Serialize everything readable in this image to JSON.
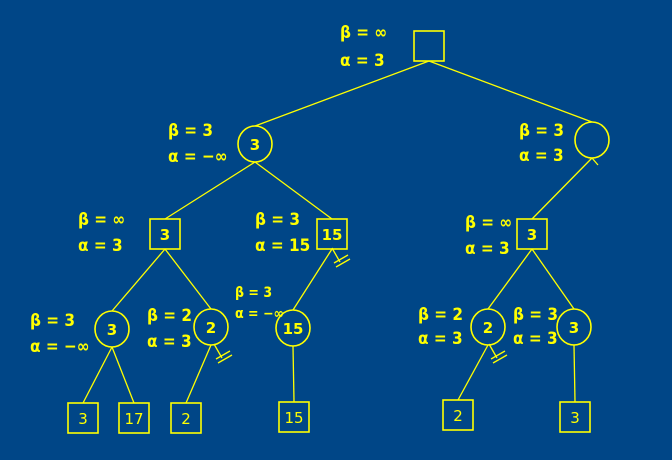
{
  "colors": {
    "background": "#004687",
    "foreground": "#ffff00"
  },
  "nodes": [
    {
      "id": "root",
      "type": "max",
      "value": "",
      "beta": "β = ∞",
      "alpha": "α = 3"
    },
    {
      "id": "a",
      "type": "min",
      "value": "3",
      "beta": "β = 3",
      "alpha": "α = −∞"
    },
    {
      "id": "b",
      "type": "min",
      "value": "",
      "beta": "β = 3",
      "alpha": "α = 3"
    },
    {
      "id": "a1",
      "type": "max",
      "value": "3",
      "beta": "β = ∞",
      "alpha": "α = 3"
    },
    {
      "id": "a2",
      "type": "max",
      "value": "15",
      "beta": "β = 3",
      "alpha": "α = 15"
    },
    {
      "id": "b1",
      "type": "max",
      "value": "3",
      "beta": "β = ∞",
      "alpha": "α = 3"
    },
    {
      "id": "a1x",
      "type": "min",
      "value": "3",
      "beta": "β = 3",
      "alpha": "α = −∞"
    },
    {
      "id": "a1y",
      "type": "min",
      "value": "2",
      "beta": "β = 2",
      "alpha": "α = 3"
    },
    {
      "id": "a2x",
      "type": "min",
      "value": "15",
      "beta": "β = 3",
      "alpha": "α = −∞"
    },
    {
      "id": "b1x",
      "type": "min",
      "value": "2",
      "beta": "β = 2",
      "alpha": "α = 3"
    },
    {
      "id": "b1y",
      "type": "min",
      "value": "3",
      "beta": "β = 3",
      "alpha": "α = 3"
    },
    {
      "id": "l1",
      "type": "leaf",
      "value": "3"
    },
    {
      "id": "l2",
      "type": "leaf",
      "value": "17"
    },
    {
      "id": "l3",
      "type": "leaf",
      "value": "2"
    },
    {
      "id": "l4",
      "type": "leaf",
      "value": "15"
    },
    {
      "id": "l5",
      "type": "leaf",
      "value": "2"
    },
    {
      "id": "l6",
      "type": "leaf",
      "value": "3"
    }
  ],
  "edges": [
    [
      "root",
      "a"
    ],
    [
      "root",
      "b"
    ],
    [
      "a",
      "a1"
    ],
    [
      "a",
      "a2"
    ],
    [
      "b",
      "b1"
    ],
    [
      "a1",
      "a1x"
    ],
    [
      "a1",
      "a1y"
    ],
    [
      "a2",
      "a2x"
    ],
    [
      "b1",
      "b1x"
    ],
    [
      "b1",
      "b1y"
    ],
    [
      "a1x",
      "l1"
    ],
    [
      "a1x",
      "l2"
    ],
    [
      "a1y",
      "l3"
    ],
    [
      "a2x",
      "l4"
    ],
    [
      "b1x",
      "l5"
    ],
    [
      "b1y",
      "l6"
    ]
  ],
  "pruned": [
    "a2",
    "a1y",
    "b1x"
  ]
}
